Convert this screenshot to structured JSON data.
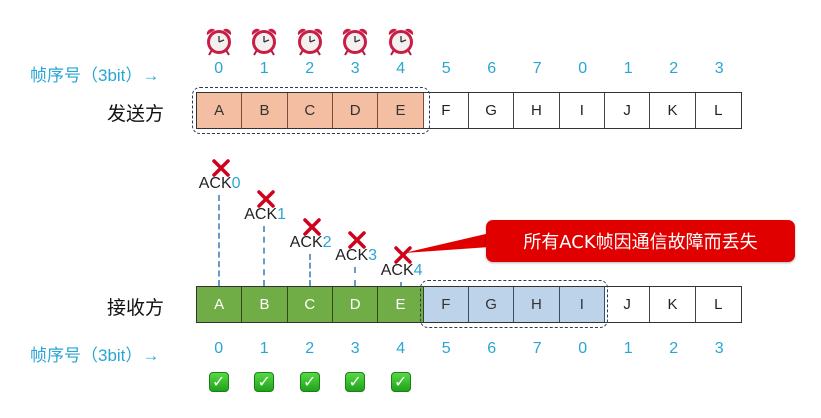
{
  "sequence_label": "帧序号（3bit）→",
  "sender": {
    "label": "发送方",
    "frames": [
      "A",
      "B",
      "C",
      "D",
      "E",
      "F",
      "G",
      "H",
      "I",
      "J",
      "K",
      "L"
    ],
    "seq_numbers": [
      "0",
      "1",
      "2",
      "3",
      "4",
      "5",
      "6",
      "7",
      "0",
      "1",
      "2",
      "3"
    ],
    "sent_count": 5,
    "timer_icon": "alarm-clock-icon",
    "timers_on": [
      0,
      1,
      2,
      3,
      4
    ]
  },
  "receiver": {
    "label": "接收方",
    "frames": [
      "A",
      "B",
      "C",
      "D",
      "E",
      "F",
      "G",
      "H",
      "I",
      "J",
      "K",
      "L"
    ],
    "seq_numbers": [
      "0",
      "1",
      "2",
      "3",
      "4",
      "5",
      "6",
      "7",
      "0",
      "1",
      "2",
      "3"
    ],
    "received_count": 5,
    "window_frames": [
      "F",
      "G",
      "H",
      "I"
    ],
    "check_icon": "check-mark-icon"
  },
  "acks": [
    {
      "prefix": "ACK",
      "num": "0",
      "lost": true
    },
    {
      "prefix": "ACK",
      "num": "1",
      "lost": true
    },
    {
      "prefix": "ACK",
      "num": "2",
      "lost": true
    },
    {
      "prefix": "ACK",
      "num": "3",
      "lost": true
    },
    {
      "prefix": "ACK",
      "num": "4",
      "lost": true
    }
  ],
  "callout": {
    "text": "所有ACK帧因通信故障而丢失"
  },
  "colors": {
    "sent": "#f4bea2",
    "received": "#70ad47",
    "receive_window": "#bcd3ea",
    "seq_text": "#2aa6d4",
    "lost_mark": "#d0021b",
    "callout": "#e00000"
  }
}
